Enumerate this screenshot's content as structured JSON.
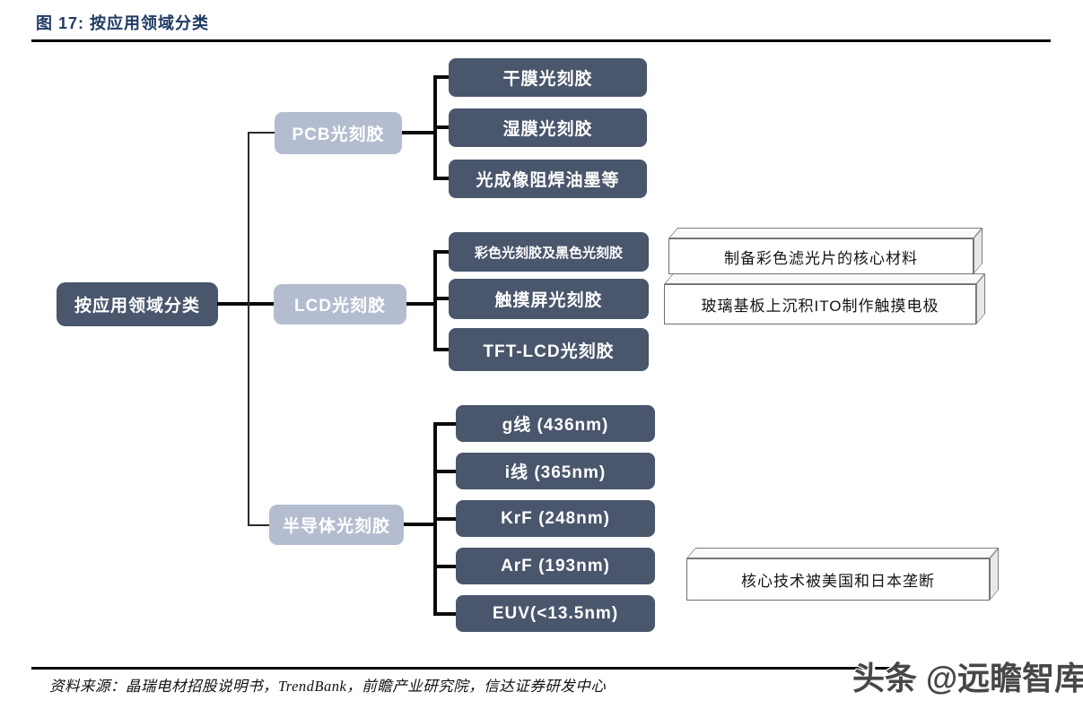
{
  "figure": {
    "title": "图 17:  按应用领域分类",
    "source": "资料来源：晶瑞电材招股说明书，TrendBank，前瞻产业研究院，信达证券研发中心",
    "watermark": "头条 @远瞻智库"
  },
  "tree": {
    "root": {
      "label": "按应用领域分类"
    },
    "branches": [
      {
        "label": "PCB光刻胶",
        "children": [
          "干膜光刻胶",
          "湿膜光刻胶",
          "光成像阻焊油墨等"
        ]
      },
      {
        "label": "LCD光刻胶",
        "children": [
          "彩色光刻胶及黑色光刻胶",
          "触摸屏光刻胶",
          "TFT-LCD光刻胶"
        ]
      },
      {
        "label": "半导体光刻胶",
        "children": [
          "g线 (436nm)",
          "i线 (365nm)",
          "KrF (248nm)",
          "ArF (193nm)",
          "EUV(<13.5nm)"
        ]
      }
    ]
  },
  "annotations": [
    "制备彩色滤光片的核心材料",
    "玻璃基板上沉积ITO制作触摸电极",
    "核心技术被美国和日本垄断"
  ],
  "colors": {
    "dark_node": "#49566c",
    "light_node": "#b3bdcf",
    "title_text": "#1e3a64",
    "connector": "#0a0a0a",
    "annotation_border": "#6f6f6f"
  }
}
